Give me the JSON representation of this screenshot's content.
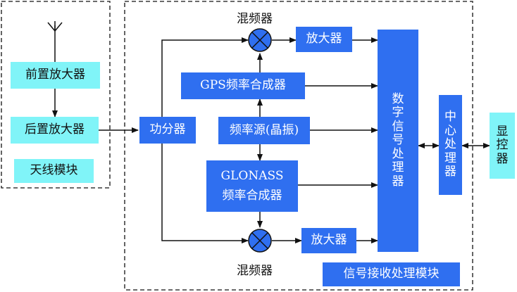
{
  "colors": {
    "antenna_box": "#80f4f8",
    "signal_box": "#2f6ff0",
    "line": "#111111"
  },
  "icons": [
    "antenna-icon",
    "mixer-icon"
  ],
  "antenna_module": {
    "preamp": "前置放大器",
    "postamp": "后置放大器",
    "title": "天线模块"
  },
  "signal_module": {
    "splitter": "功分器",
    "mixer_top": "混频器",
    "mixer_bottom": "混频器",
    "amp_top": "放大器",
    "amp_bottom": "放大器",
    "gps_synth": "GPS频率合成器",
    "freq_source": "频率源(晶振)",
    "glonass_synth_line1": "GLONASS",
    "glonass_synth_line2": "频率合成器",
    "dsp": "数字信号处理器",
    "cpu": "中心处理器",
    "title": "信号接收处理模块"
  },
  "display_control": "显控器"
}
